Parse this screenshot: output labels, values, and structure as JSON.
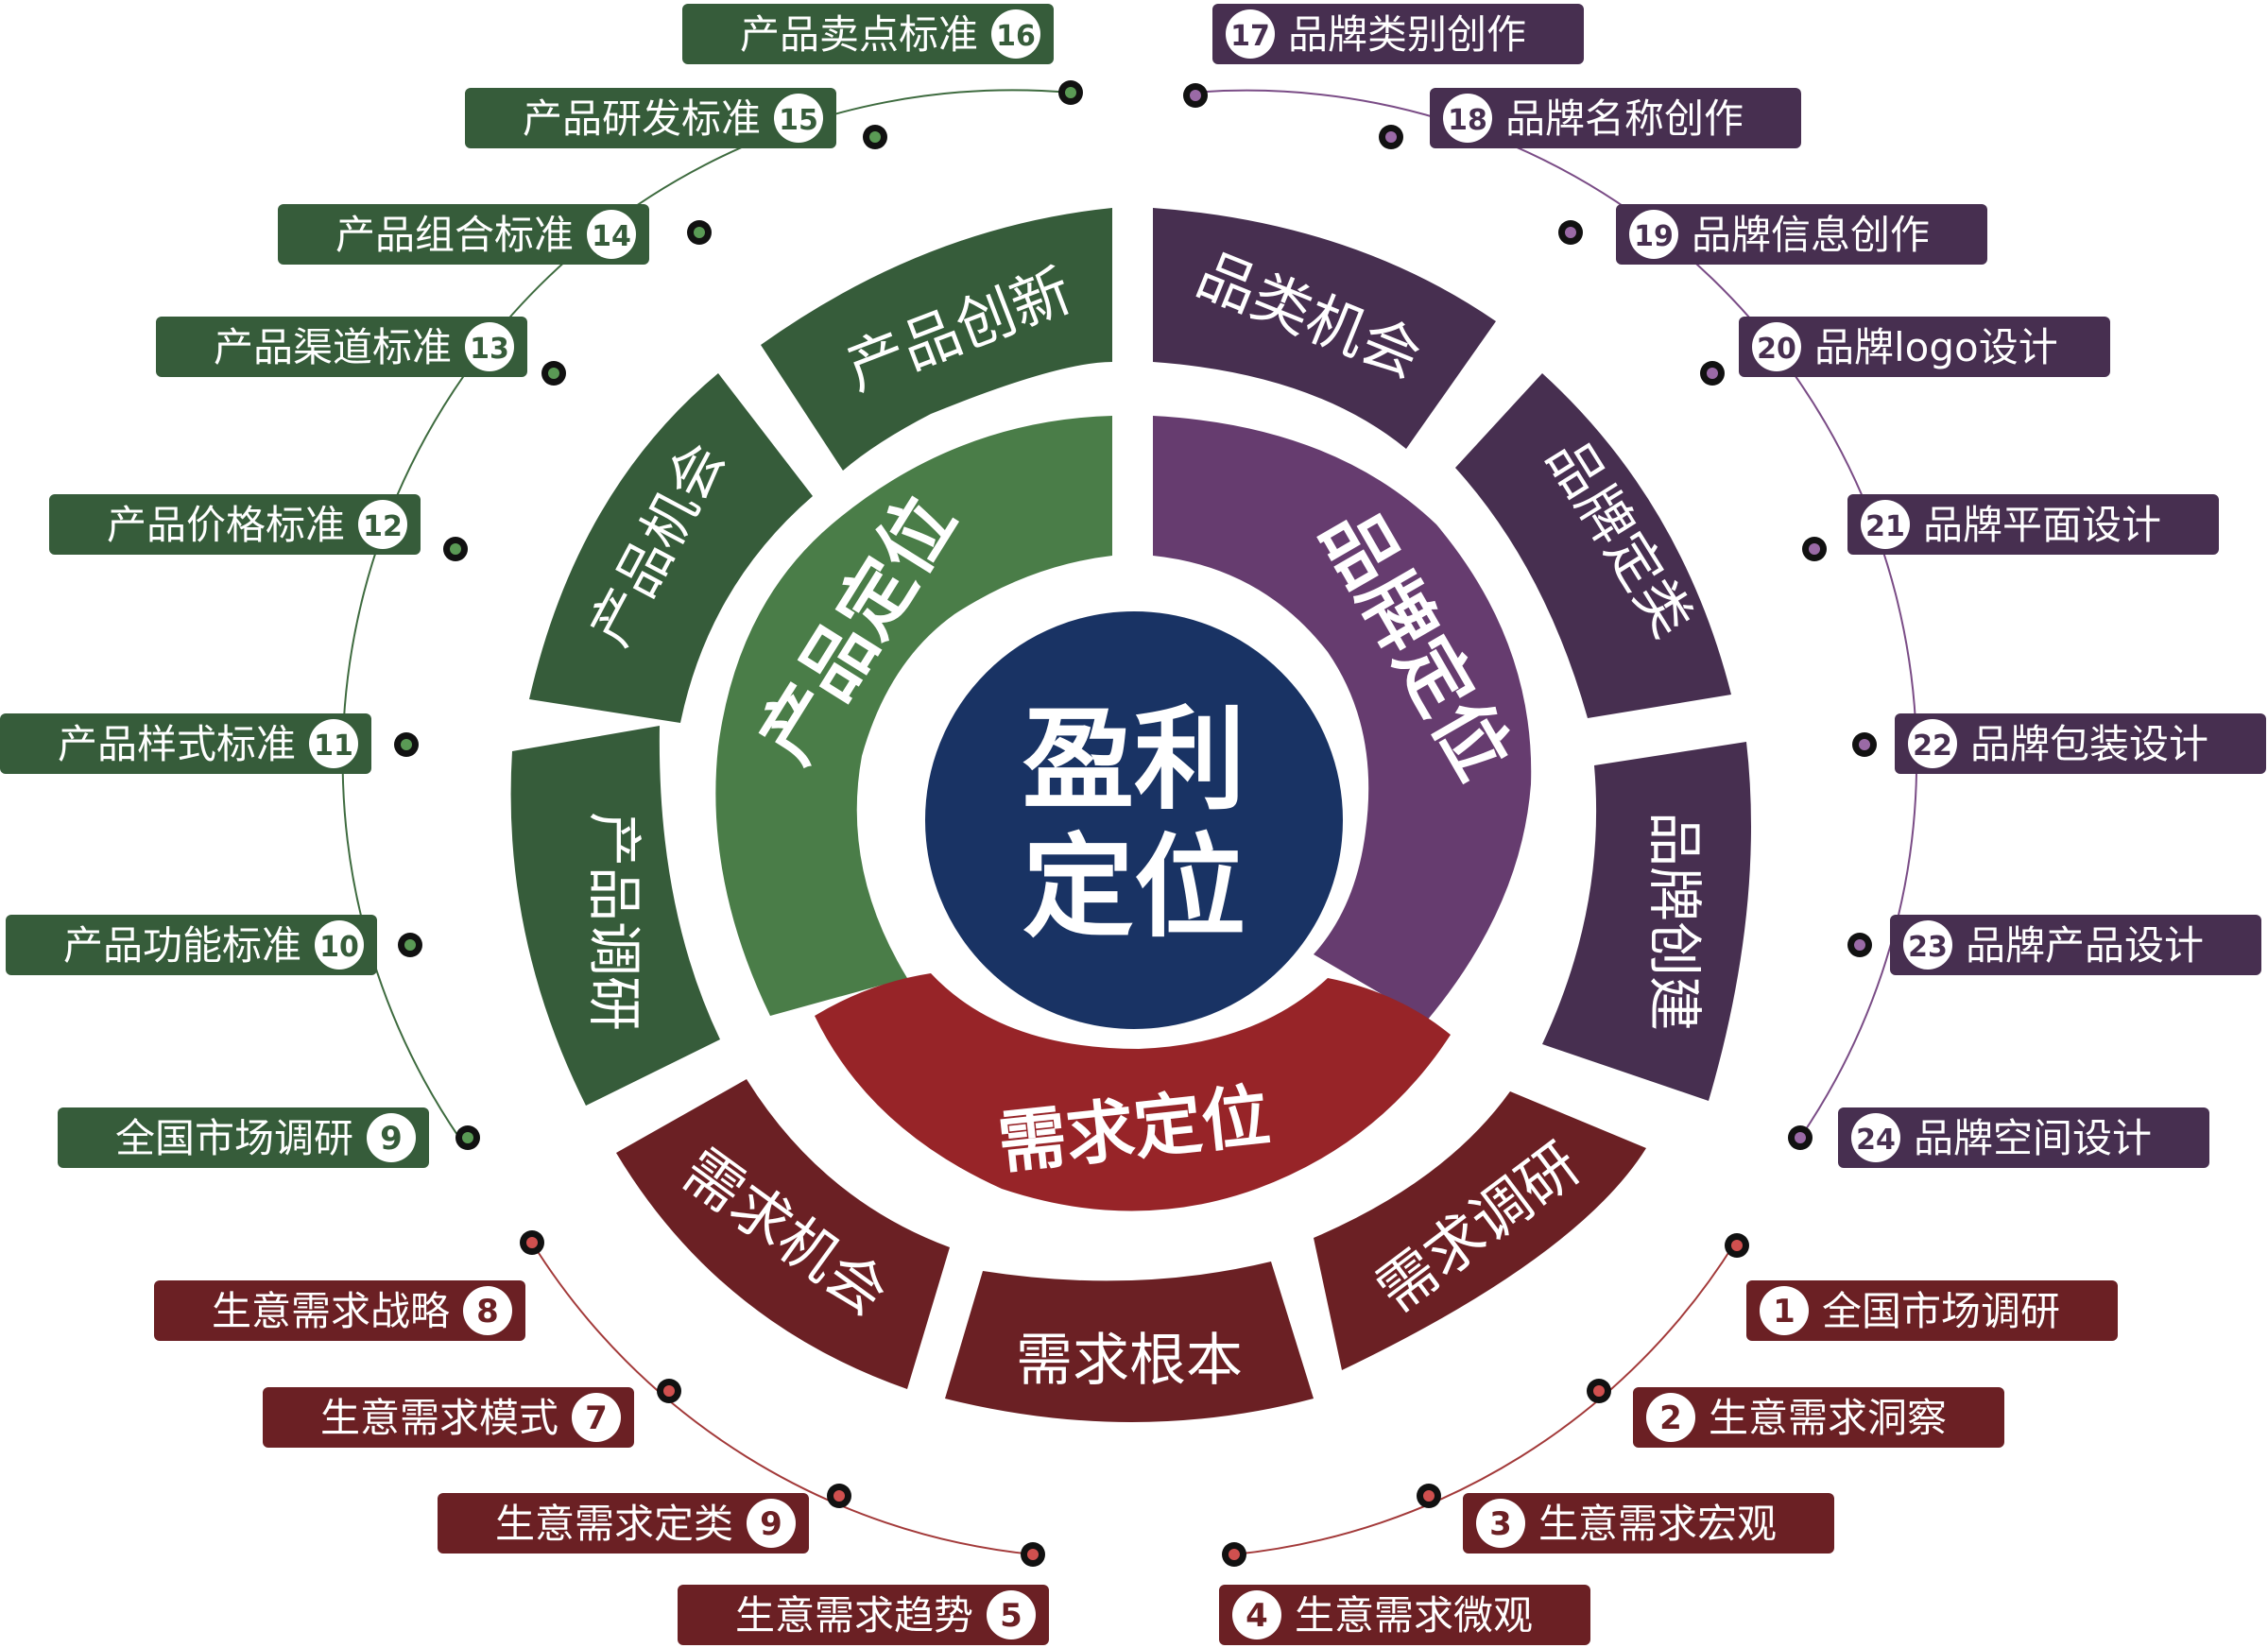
{
  "center": {
    "line1": "盈利",
    "line2": "定位"
  },
  "colors": {
    "product_dark": "#365C3A",
    "product_mid": "#4A7D48",
    "brand_dark": "#472F50",
    "brand_mid": "#663C6F",
    "demand_dark": "#6B2024",
    "demand_mid": "#972428",
    "center": "#193364"
  },
  "inner_ring": {
    "product": "产品定位",
    "brand": "品牌定位",
    "demand": "需求定位"
  },
  "outer_ring": [
    {
      "group": "product",
      "label": "产品创新"
    },
    {
      "group": "brand",
      "label": "品类机会"
    },
    {
      "group": "brand",
      "label": "品牌定类"
    },
    {
      "group": "brand",
      "label": "品牌创建"
    },
    {
      "group": "demand",
      "label": "需求调研"
    },
    {
      "group": "demand",
      "label": "需求根本"
    },
    {
      "group": "demand",
      "label": "需求机会"
    },
    {
      "group": "product",
      "label": "产品调研"
    },
    {
      "group": "product",
      "label": "产品机会"
    }
  ],
  "product_tags": [
    {
      "num": "16",
      "label": "产品卖点标准"
    },
    {
      "num": "15",
      "label": "产品研发标准"
    },
    {
      "num": "14",
      "label": "产品组合标准"
    },
    {
      "num": "13",
      "label": "产品渠道标准"
    },
    {
      "num": "12",
      "label": "产品价格标准"
    },
    {
      "num": "11",
      "label": "产品样式标准"
    },
    {
      "num": "10",
      "label": "产品功能标准"
    },
    {
      "num": "9",
      "label": "全国市场调研"
    }
  ],
  "brand_tags": [
    {
      "num": "17",
      "label": "品牌类别创作"
    },
    {
      "num": "18",
      "label": "品牌名称创作"
    },
    {
      "num": "19",
      "label": "品牌信息创作"
    },
    {
      "num": "20",
      "label": "品牌logo设计"
    },
    {
      "num": "21",
      "label": "品牌平面设计"
    },
    {
      "num": "22",
      "label": "品牌包装设计"
    },
    {
      "num": "23",
      "label": "品牌产品设计"
    },
    {
      "num": "24",
      "label": "品牌空间设计"
    }
  ],
  "demand_tags_right": [
    {
      "num": "1",
      "label": "全国市场调研"
    },
    {
      "num": "2",
      "label": "生意需求洞察"
    },
    {
      "num": "3",
      "label": "生意需求宏观"
    },
    {
      "num": "4",
      "label": "生意需求微观"
    }
  ],
  "demand_tags_left": [
    {
      "num": "8",
      "label": "生意需求战略"
    },
    {
      "num": "7",
      "label": "生意需求模式"
    },
    {
      "num": "9",
      "label": "生意需求定类"
    },
    {
      "num": "5",
      "label": "生意需求趋势"
    }
  ]
}
